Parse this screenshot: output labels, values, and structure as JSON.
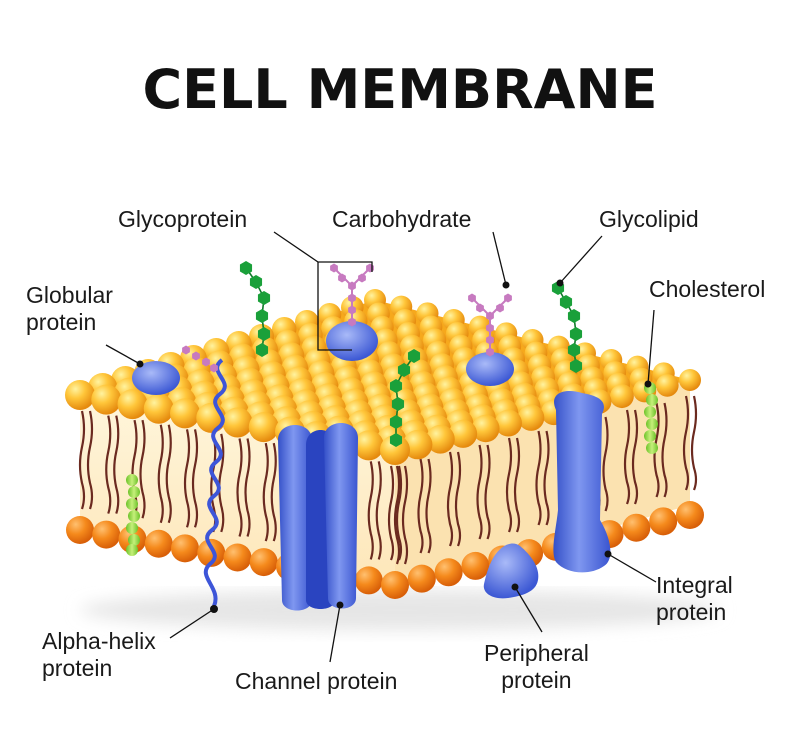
{
  "title": "CELL MEMBRANE",
  "labels": {
    "glycoprotein": "Glycoprotein",
    "carbohydrate": "Carbohydrate",
    "glycolipid": "Glycolipid",
    "globular_line1": "Globular",
    "globular_line2": "protein",
    "cholesterol": "Cholesterol",
    "alpha_line1": "Alpha-helix",
    "alpha_line2": "protein",
    "channel": "Channel protein",
    "peripheral_line1": "Peripheral",
    "peripheral_line2": "protein",
    "integral_line1": "Integral",
    "integral_line2": "protein"
  },
  "colors": {
    "head_light": "#ffd24a",
    "head_mid": "#f6a81c",
    "head_dark": "#e0700a",
    "lower_head": "#f0801a",
    "tail": "#6b2a20",
    "protein": "#4a68e0",
    "protein_light": "#8aa2f2",
    "glyco_chain": "#1aa03a",
    "carb_chain": "#c77ac0",
    "cholesterol": "#8fd63a",
    "leader": "#111111"
  }
}
